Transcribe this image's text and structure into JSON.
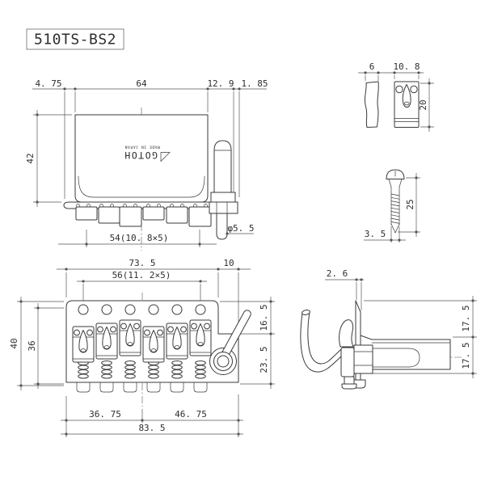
{
  "title": "510TS-BS2",
  "colors": {
    "line": "#3a3a3a",
    "dimline": "#555555",
    "text": "#2e2e2e",
    "bg": "#ffffff"
  },
  "logo": {
    "brand": "GOTOH",
    "origin": "MADE IN JAPAN"
  },
  "dims": {
    "plan": {
      "offset_left": "4. 75",
      "span_main": "64",
      "offset_right": "12. 9",
      "offset_end": "1. 85",
      "depth": "42",
      "string_pitch": "54(10. 8×5)",
      "arm_dia": "φ5. 5"
    },
    "clamp": {
      "thickness": "6",
      "width": "10. 8",
      "height": "20"
    },
    "screw": {
      "length": "25",
      "diameter": "3. 5"
    },
    "front": {
      "body_width": "73. 5",
      "arm_offset": "10",
      "string_pitch": "56(11. 2×5)",
      "height_total": "40",
      "height_body": "36",
      "drop_upper": "16. 5",
      "drop_lower": "23. 5",
      "span_left": "36. 75",
      "span_right": "46. 75",
      "width_total": "83. 5"
    },
    "side": {
      "plate_thickness": "2. 6",
      "upper": "17. 5",
      "lower": "17. 5"
    }
  }
}
